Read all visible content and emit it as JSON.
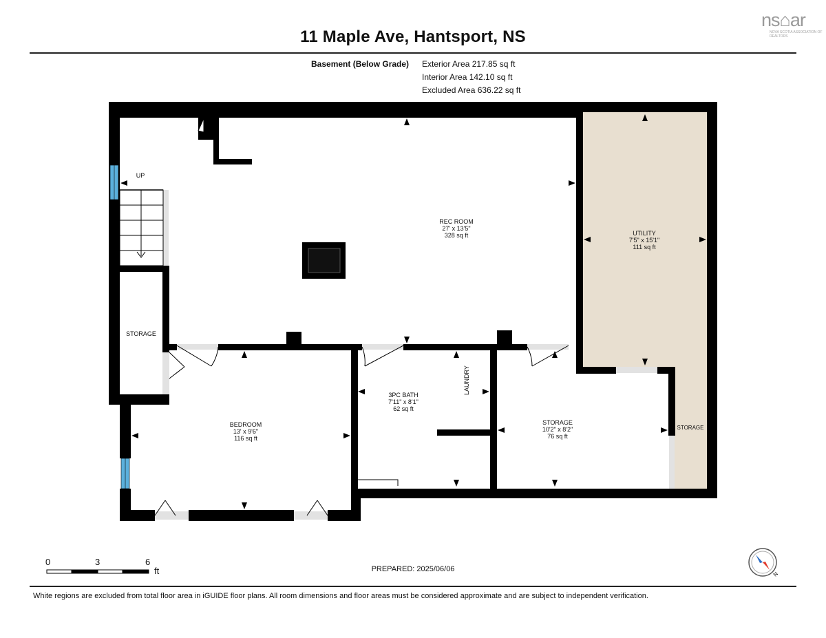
{
  "header": {
    "title": "11 Maple Ave, Hantsport, NS",
    "logo_text": "ns⌂ar",
    "logo_subtext": "NOVA SCOTIA ASSOCIATION OF REALTORS"
  },
  "level": {
    "name": "Basement (Below Grade)",
    "exterior_area": "Exterior Area 217.85 sq ft",
    "interior_area": "Interior Area 142.10 sq ft",
    "excluded_area": "Excluded Area 636.22 sq ft"
  },
  "rooms": {
    "rec_room": {
      "name": "REC ROOM",
      "dims": "27' x 13'5\"",
      "area": "328 sq ft"
    },
    "utility": {
      "name": "UTILITY",
      "dims": "7'5\" x 15'1\"",
      "area": "111 sq ft"
    },
    "bedroom": {
      "name": "BEDROOM",
      "dims": "13' x 9'6\"",
      "area": "116 sq ft"
    },
    "bath": {
      "name": "3PC BATH",
      "dims": "7'11\" x 8'1\"",
      "area": "62 sq ft"
    },
    "storage_main": {
      "name": "STORAGE",
      "dims": "10'2\" x 8'2\"",
      "area": "76 sq ft"
    },
    "storage_left": {
      "name": "STORAGE"
    },
    "storage_right": {
      "name": "STORAGE"
    },
    "laundry": {
      "name": "LAUNDRY"
    },
    "stairs_up": {
      "name": "UP"
    }
  },
  "scale_bar": {
    "labels": [
      "0",
      "3",
      "6"
    ],
    "unit": "ft"
  },
  "footer": {
    "prepared": "PREPARED: 2025/06/06",
    "disclaimer": "White regions are excluded from total floor area in iGUIDE floor plans. All room dimensions and floor areas must be considered approximate and are subject to independent verification."
  },
  "compass": {
    "label": "N"
  },
  "colors": {
    "wall": "#000000",
    "utility_fill": "#e8dfd0",
    "window": "#5bb0dc",
    "opening": "#e2e2e2",
    "logo": "#9a9a9a"
  }
}
